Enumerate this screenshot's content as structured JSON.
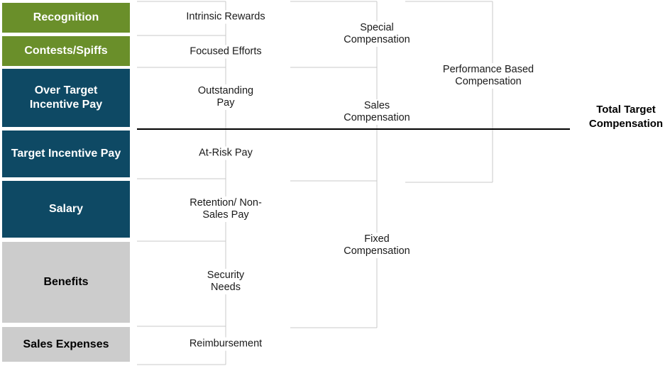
{
  "boxes": {
    "recognition": "Recognition",
    "contests": "Contests/Spiffs",
    "over_target": "Over Target Incentive Pay",
    "target_incentive": "Target Incentive Pay",
    "salary": "Salary",
    "benefits": "Benefits",
    "sales_expenses": "Sales Expenses"
  },
  "level1": {
    "intrinsic": "Intrinsic Rewards",
    "focused": "Focused Efforts",
    "outstanding": "Outstanding Pay",
    "at_risk": "At-Risk Pay",
    "retention": "Retention/ Non-Sales Pay",
    "security": "Security Needs",
    "reimbursement": "Reimbursement"
  },
  "level2": {
    "special": "Special Compensation",
    "sales": "Sales Compensation",
    "fixed": "Fixed Compensation"
  },
  "level3": {
    "performance": "Performance Based Compensation"
  },
  "total": "Total Target Compensation",
  "colors": {
    "green": "#6a8f2a",
    "navy": "#0e4964",
    "gray": "#cccccc"
  }
}
